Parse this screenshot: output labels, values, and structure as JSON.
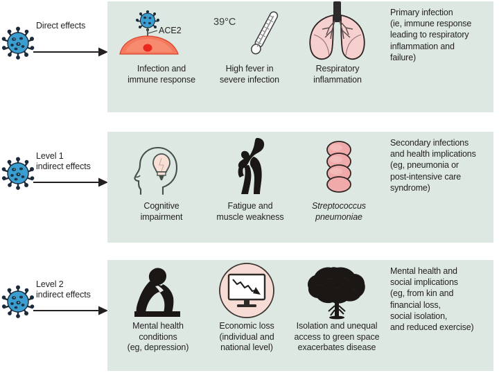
{
  "colors": {
    "panel_bg": "#dde8e2",
    "page_bg": "#ffffff",
    "virus_body": "#3a9fd0",
    "virus_spike": "#1b2a3a",
    "cell_body": "#f4795e",
    "cell_nucleus": "#e8281c",
    "lung_pink": "#f6cfcf",
    "bacteria_pink": "#f0aaaa",
    "bulb_cream": "#f9e0d6",
    "silhouette": "#1a1714",
    "text": "#231f20",
    "outline": "#3f4a45"
  },
  "rows": [
    {
      "id": "direct-effects",
      "stage_label": "Direct effects",
      "arrow_icon": "arrow-right-icon",
      "virus_icon": "coronavirus-icon",
      "cells": [
        {
          "icon": "infected-cell-ace2-icon",
          "icon_annotation": "ACE2",
          "caption": "Infection and\nimmune response"
        },
        {
          "icon": "thermometer-icon",
          "icon_annotation": "39°C",
          "caption": "High fever in\nsevere infection"
        },
        {
          "icon": "lungs-icon",
          "icon_annotation": "",
          "caption": "Respiratory\ninflammation"
        }
      ],
      "outcome": "Primary infection\n(ie, immune response\nleading to respiratory\ninflammation and\nfailure)"
    },
    {
      "id": "level-1-indirect-effects",
      "stage_label": "Level 1\nindirect effects",
      "arrow_icon": "arrow-right-icon",
      "virus_icon": "coronavirus-icon",
      "cells": [
        {
          "icon": "head-lightbulb-icon",
          "icon_annotation": "",
          "caption": "Cognitive\nimpairment"
        },
        {
          "icon": "fatigued-person-icon",
          "icon_annotation": "",
          "caption": "Fatigue and\nmuscle weakness"
        },
        {
          "icon": "streptococcus-bacteria-icon",
          "icon_annotation": "",
          "caption": "Streptococcus\npneumoniae",
          "caption_italic": true
        }
      ],
      "outcome": "Secondary infections\nand health implications\n(eg, pneumonia or\npost-intensive care\nsyndrome)"
    },
    {
      "id": "level-2-indirect-effects",
      "stage_label": "Level 2\nindirect effects",
      "arrow_icon": "arrow-right-icon",
      "virus_icon": "coronavirus-icon",
      "cells": [
        {
          "icon": "depressed-person-icon",
          "icon_annotation": "",
          "caption": "Mental health\nconditions\n(eg, depression)"
        },
        {
          "icon": "monitor-declining-chart-icon",
          "icon_annotation": "",
          "caption": "Economic loss\n(individual and\nnational level)"
        },
        {
          "icon": "tree-icon",
          "icon_annotation": "",
          "caption": "Isolation and unequal\naccess to green space\nexacerbates disease"
        }
      ],
      "outcome": "Mental health and\nsocial implications\n(eg, from kin and\nfinancial loss,\nsocial isolation,\nand reduced exercise)"
    }
  ]
}
